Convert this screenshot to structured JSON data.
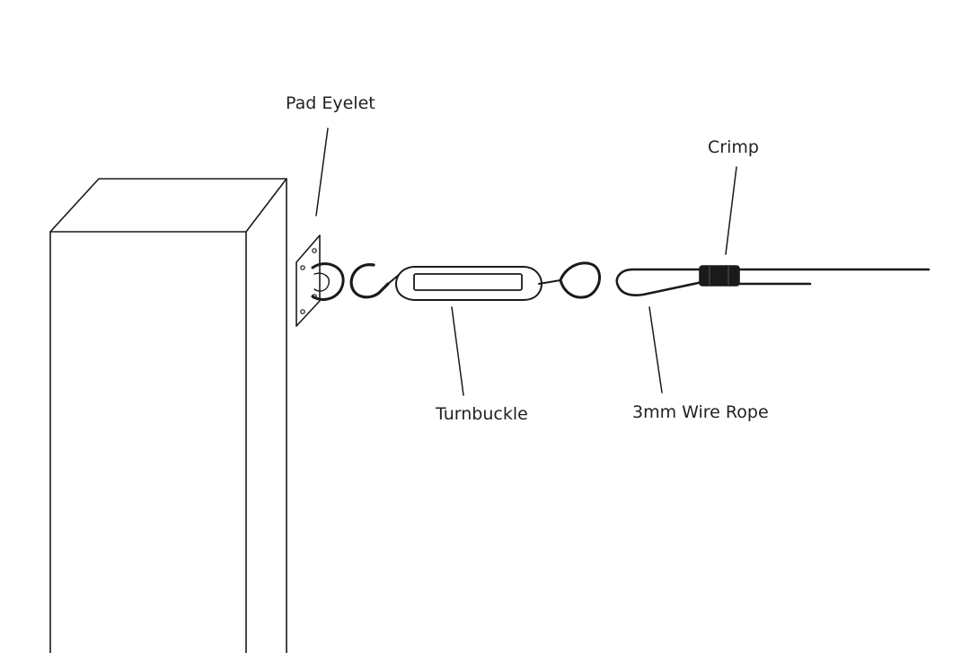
{
  "labels": {
    "pad_eyelet": "Pad Eyelet",
    "crimp": "Crimp",
    "turnbuckle": "Turnbuckle",
    "wire_rope": "3mm Wire Rope"
  },
  "colors": {
    "line": "#1a1a1a",
    "label_text": "#222222",
    "background": "#ffffff"
  }
}
